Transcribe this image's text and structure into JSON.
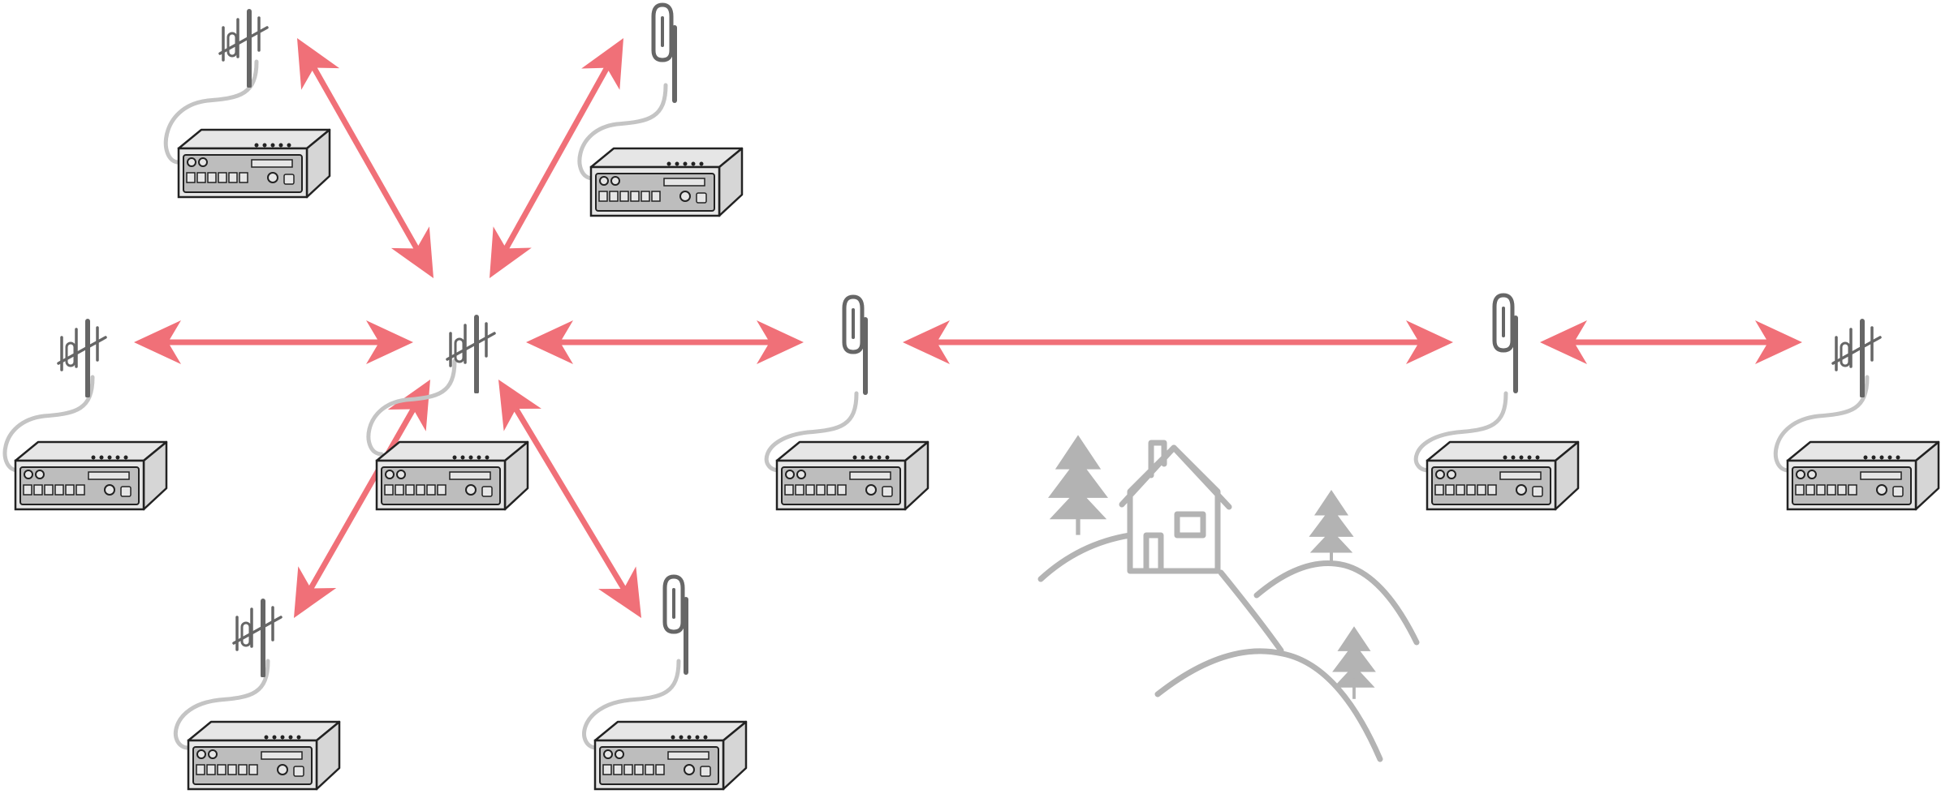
{
  "colors": {
    "link": "#f07078",
    "device_fill": "#e6e6e6",
    "device_front": "#bdbdbd",
    "device_stroke": "#222222",
    "antenna": "#666666",
    "cable": "#c4c4c4",
    "landscape": "#b3b3b3"
  },
  "nodes": [
    {
      "id": "hub",
      "antenna": "yagi-icon"
    },
    {
      "id": "top-left",
      "antenna": "yagi-icon"
    },
    {
      "id": "top-right",
      "antenna": "whip-icon"
    },
    {
      "id": "left",
      "antenna": "yagi-icon"
    },
    {
      "id": "bottom-left",
      "antenna": "yagi-icon"
    },
    {
      "id": "bottom-right",
      "antenna": "whip-icon"
    },
    {
      "id": "relay-1",
      "antenna": "whip-icon"
    },
    {
      "id": "relay-2",
      "antenna": "whip-icon"
    },
    {
      "id": "far-right",
      "antenna": "yagi-icon"
    }
  ],
  "links": [
    {
      "from": "hub",
      "to": "top-left",
      "bidirectional": true
    },
    {
      "from": "hub",
      "to": "top-right",
      "bidirectional": true
    },
    {
      "from": "hub",
      "to": "left",
      "bidirectional": true
    },
    {
      "from": "hub",
      "to": "bottom-left",
      "bidirectional": true
    },
    {
      "from": "hub",
      "to": "bottom-right",
      "bidirectional": true
    },
    {
      "from": "hub",
      "to": "relay-1",
      "bidirectional": true
    },
    {
      "from": "relay-1",
      "to": "relay-2",
      "bidirectional": true
    },
    {
      "from": "relay-2",
      "to": "far-right",
      "bidirectional": true
    }
  ],
  "obstacle": {
    "type": "terrain",
    "elements": [
      "house-icon",
      "tree-icon",
      "tree-icon",
      "tree-icon",
      "hill-icon"
    ]
  }
}
